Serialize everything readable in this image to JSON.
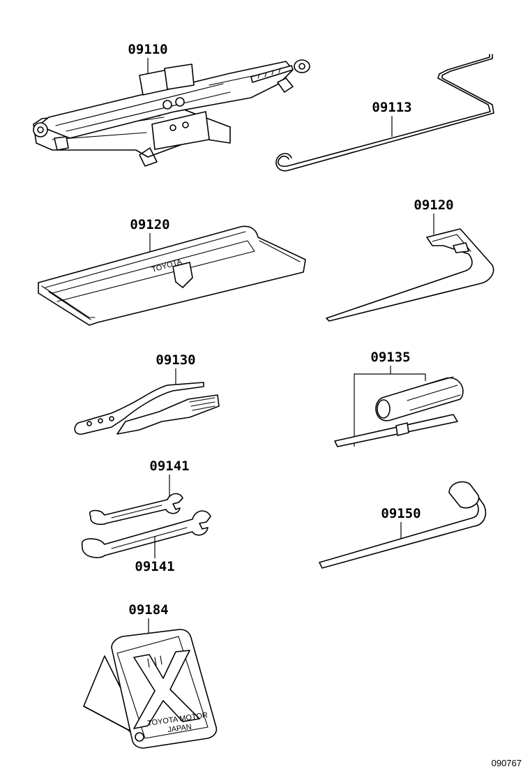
{
  "diagram_id": "090767",
  "parts": [
    {
      "code": "09110"
    },
    {
      "code": "09113"
    },
    {
      "code": "09120"
    },
    {
      "code": "09120"
    },
    {
      "code": "09130"
    },
    {
      "code": "09135"
    },
    {
      "code": "09141"
    },
    {
      "code": "09141"
    },
    {
      "code": "09150"
    },
    {
      "code": "09184"
    }
  ],
  "embossed": {
    "tool_bag": "TOYOTA",
    "chock_line1": "TOYOTA MOTOR",
    "chock_line2": "JAPAN"
  }
}
